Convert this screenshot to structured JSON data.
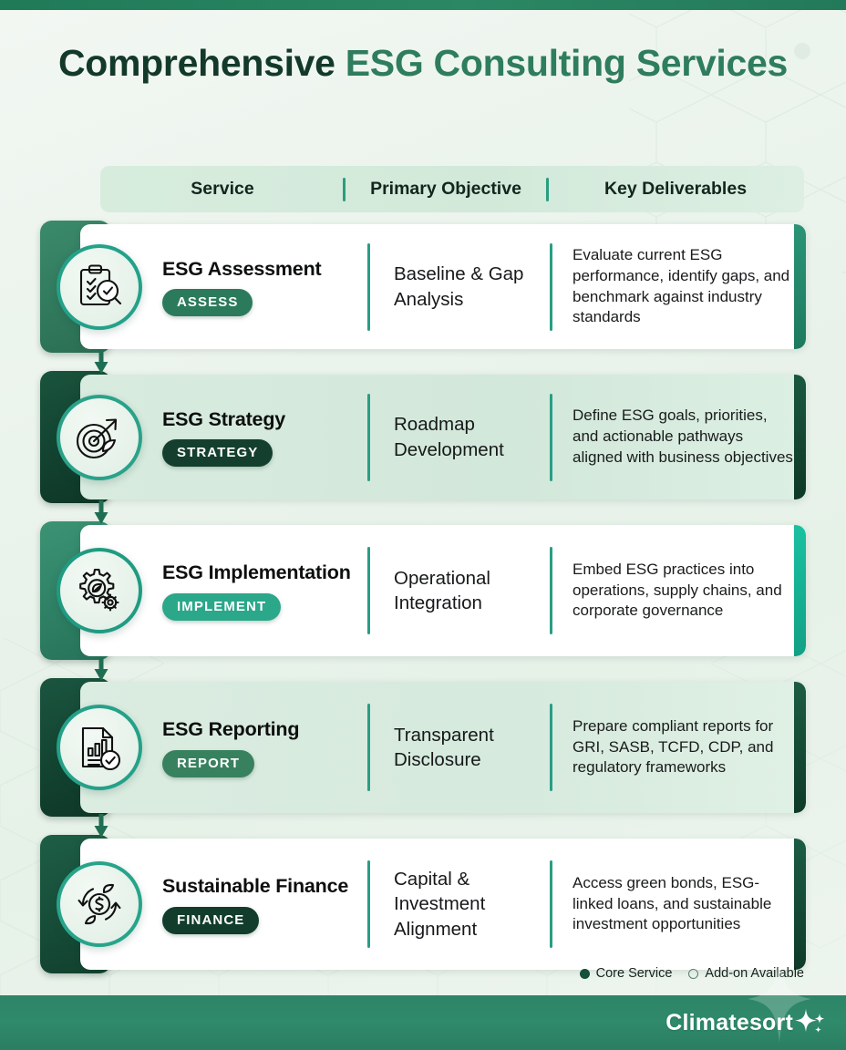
{
  "title": {
    "lead": "Comprehensive ",
    "accent": "ESG Consulting Services"
  },
  "columns": {
    "service": "Service",
    "objective": "Primary Objective",
    "deliverables": "Key Deliverables"
  },
  "rows": [
    {
      "service": "ESG Assessment",
      "badge": "ASSESS",
      "objective": "Baseline & Gap Analysis",
      "deliverable": "Evaluate current ESG performance, identify gaps, and benchmark against industry standards",
      "icon": "clipboard-magnifier-icon",
      "tab_color": "#2f7a5f",
      "card_bg": "#ffffff",
      "accent_color": "#22856a",
      "badge_color": "#2c7a5c",
      "ring_color": "#23a189"
    },
    {
      "service": "ESG Strategy",
      "badge": "STRATEGY",
      "objective": "Roadmap Development",
      "deliverable": "Define ESG goals, priorities, and actionable pathways aligned with business objectives",
      "icon": "target-arrow-leaf-icon",
      "tab_color": "#12402f",
      "card_bg": "#d5e9dc",
      "accent_color": "#11402e",
      "badge_color": "#143f2e",
      "ring_color": "#2aa289"
    },
    {
      "service": "ESG Implementation",
      "badge": "IMPLEMENT",
      "objective": "Operational Integration",
      "deliverable": "Embed ESG practices into operations, supply chains, and corporate governance",
      "icon": "gear-leaf-icon",
      "tab_color": "#2c8064",
      "card_bg": "#ffffff",
      "accent_color": "#17b598",
      "badge_color": "#2ba78a",
      "ring_color": "#1f9b82"
    },
    {
      "service": "ESG Reporting",
      "badge": "REPORT",
      "objective": "Transparent Disclosure",
      "deliverable": "Prepare compliant reports for GRI, SASB, TCFD, CDP, and regulatory frameworks",
      "icon": "document-chart-check-icon",
      "tab_color": "#133f2d",
      "card_bg": "#d8eade",
      "accent_color": "#123d2c",
      "badge_color": "#38815f",
      "ring_color": "#24a188"
    },
    {
      "service": "Sustainable Finance",
      "badge": "FINANCE",
      "objective": "Capital & Investment Alignment",
      "deliverable": "Access green bonds, ESG-linked loans, and sustainable investment opportunities",
      "icon": "recycle-dollar-leaf-icon",
      "tab_color": "#174934",
      "card_bg": "#ffffff",
      "accent_color": "#13412f",
      "badge_color": "#123d2c",
      "ring_color": "#27a48a"
    }
  ],
  "legend": {
    "core": "Core Service",
    "addon": "Add-on Available"
  },
  "footer": {
    "brand": "Climatesort"
  }
}
